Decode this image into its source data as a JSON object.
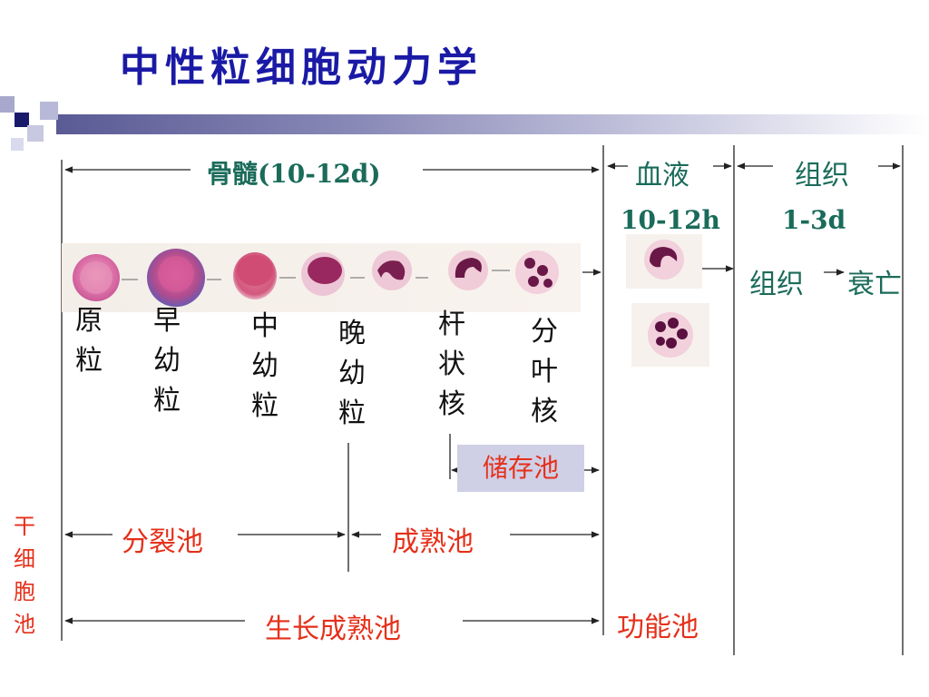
{
  "title": "中性粒细胞动力学",
  "labels": {
    "bone_marrow": "骨髓(10-12d)",
    "blood": "血液",
    "tissue": "组织",
    "blood_time": "10-12h",
    "tissue_time": "1-3d",
    "tissue2": "组织",
    "death": "衰亡",
    "storage_pool": "储存池",
    "mitotic_pool": "分裂池",
    "maturation_pool": "成熟池",
    "growth_maturation_pool": "生长成熟池",
    "functional_pool": "功能池"
  },
  "stem_cell_pool": [
    "干",
    "细",
    "胞",
    "池"
  ],
  "cells": [
    {
      "name": "原粒",
      "chars": [
        "原",
        "粒"
      ]
    },
    {
      "name": "早幼粒",
      "chars": [
        "早",
        "幼",
        "粒"
      ]
    },
    {
      "name": "中幼粒",
      "chars": [
        "中",
        "幼",
        "粒"
      ]
    },
    {
      "name": "晚幼粒",
      "chars": [
        "晚",
        "幼",
        "粒"
      ]
    },
    {
      "name": "杆状核",
      "chars": [
        "杆",
        "状",
        "核"
      ]
    },
    {
      "name": "分叶核",
      "chars": [
        "分",
        "叶",
        "核"
      ]
    }
  ],
  "colors": {
    "title": "#1a1aa6",
    "teal_text": "#1a6b5a",
    "red_text": "#e5301a",
    "storage_bg": "#cfcfe6"
  }
}
